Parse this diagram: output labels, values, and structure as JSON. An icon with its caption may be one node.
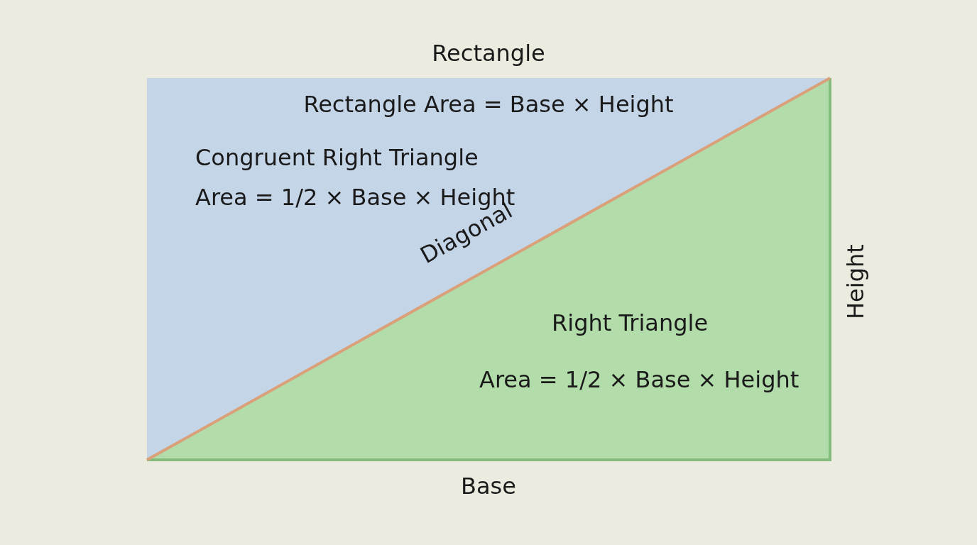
{
  "diagram": {
    "nodes": [
      {
        "text": [
          "Rectangle",
          "Rectangle Area = Base × Height"
        ]
      },
      {
        "text": [
          "Congruent Right Triangle",
          "Area = 1/2 × Base × Height"
        ],
        "in": 0
      },
      {
        "text": [
          "Right Triangle",
          "Area = 1/2 × Base × Height"
        ],
        "in": 0
      }
    ],
    "edges": [],
    "labels": [
      "Diagonal",
      "Height",
      "Base"
    ]
  }
}
